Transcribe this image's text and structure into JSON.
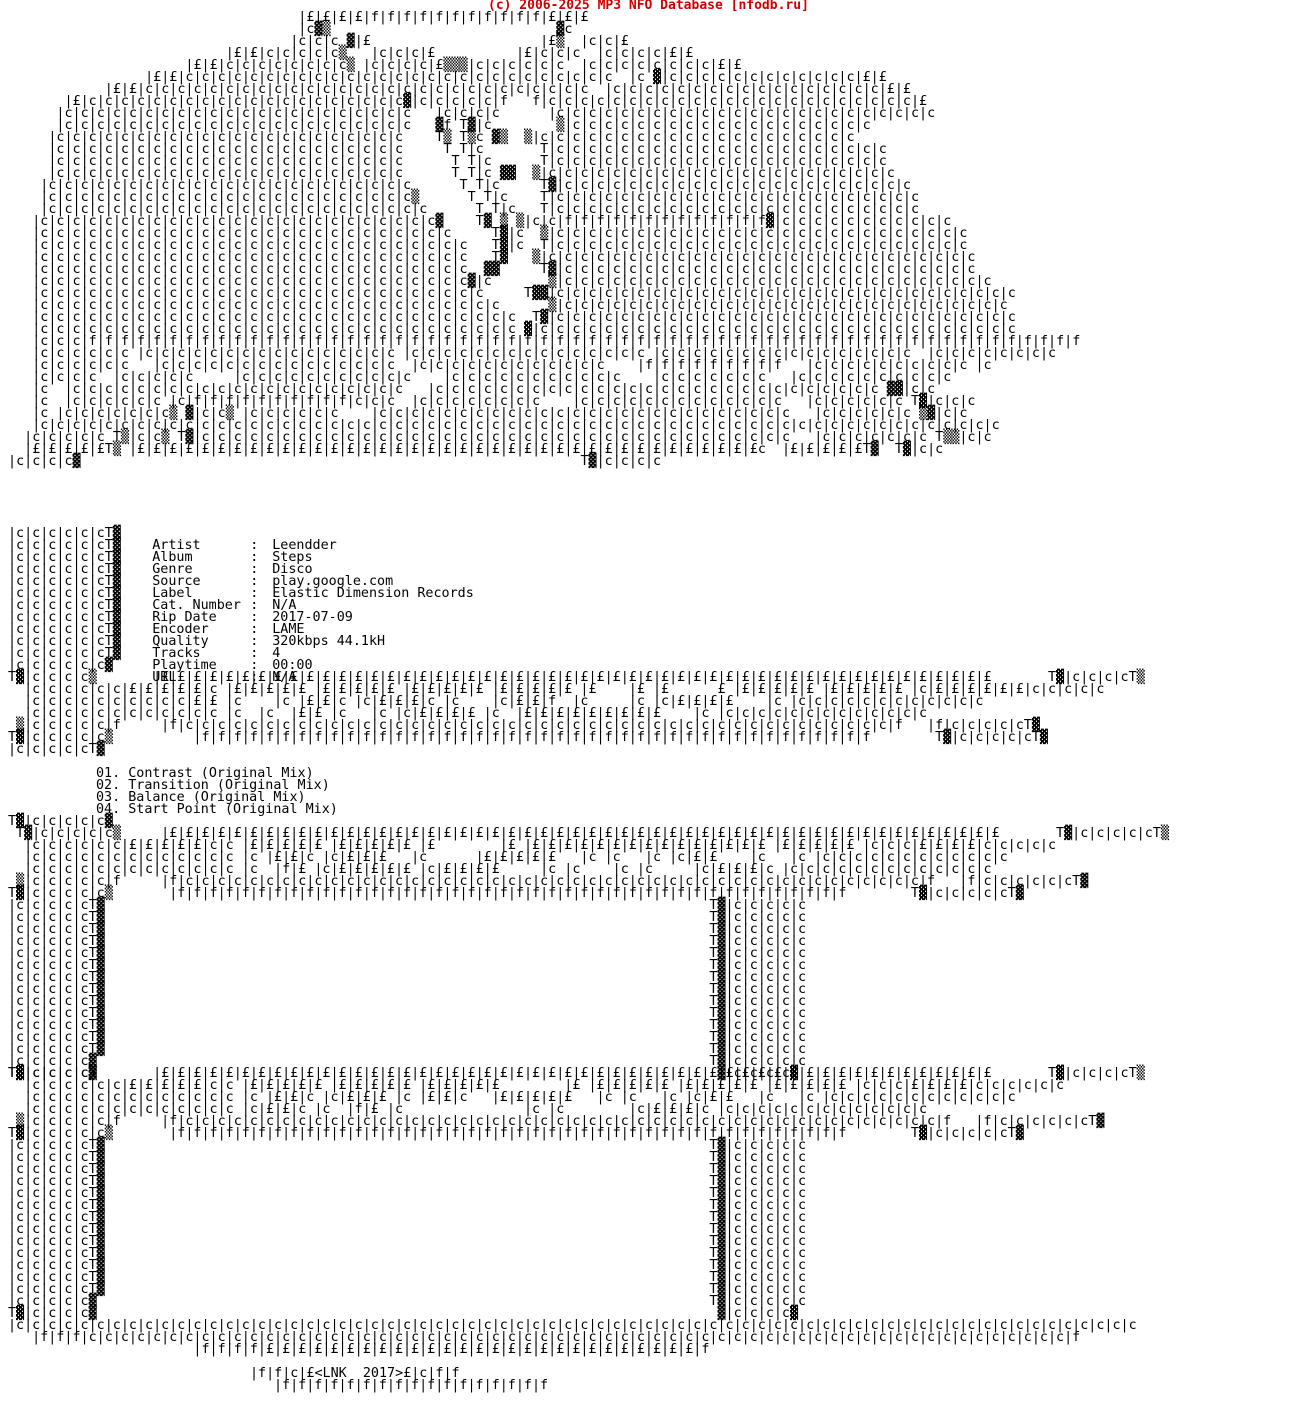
{
  "header": {
    "copyright": "(c) 2006-2025 MP3 NFO Database [nfodb.ru]",
    "copyright_color": "#d40000"
  },
  "release": {
    "rows": [
      {
        "label": "Artist",
        "value": "Leendder"
      },
      {
        "label": "Album",
        "value": "Steps"
      },
      {
        "label": "Genre",
        "value": "Disco"
      },
      {
        "label": "Source",
        "value": "play.google.com"
      },
      {
        "label": "Label",
        "value": "Elastic Dimension Records"
      },
      {
        "label": "Cat. Number",
        "value": "N/A"
      },
      {
        "label": "Rip Date",
        "value": "2017-07-09"
      },
      {
        "label": "Encoder",
        "value": "LAME"
      },
      {
        "label": "Quality",
        "value": "320kbps 44.1kH"
      },
      {
        "label": "Tracks",
        "value": "4"
      },
      {
        "label": "Playtime",
        "value": "00:00"
      },
      {
        "label": "URL",
        "value": "N/A"
      }
    ],
    "separator": ":"
  },
  "tracklist": [
    {
      "num": "01.",
      "title": "Contrast (Original Mix)"
    },
    {
      "num": "02.",
      "title": "Transition (Original Mix)"
    },
    {
      "num": "03.",
      "title": "Balance (Original Mix)"
    },
    {
      "num": "04.",
      "title": "Start Point (Original Mix)"
    }
  ],
  "footer": {
    "signature": "<LNK  2017>"
  }
}
